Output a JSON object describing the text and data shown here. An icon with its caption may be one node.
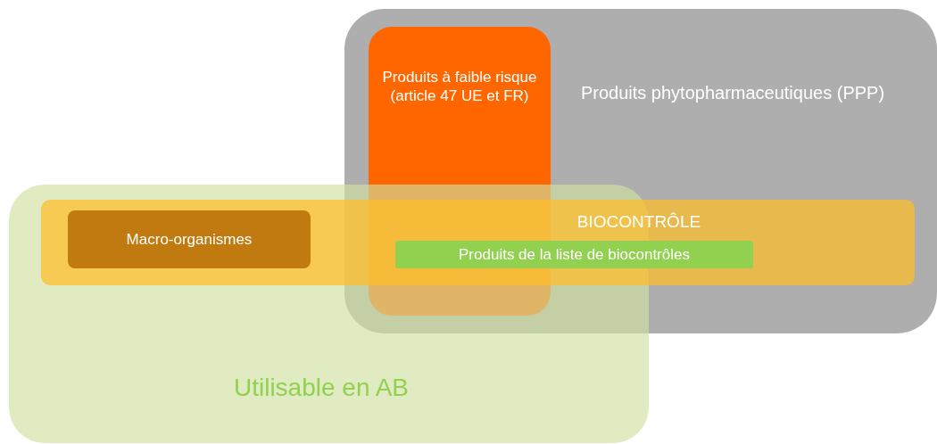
{
  "diagram": {
    "nodes": [
      {
        "text": [
          "Produits phytopharmaceutiques (PPP)"
        ]
      },
      {
        "text": [
          "Produits à faible risque (article 47 UE et FR)"
        ],
        "in": 0
      },
      {
        "text": [
          "Utilisable en AB"
        ]
      },
      {
        "text": [
          "BIOCONTRÔLE"
        ]
      },
      {
        "text": [
          "Macro-organismes"
        ]
      },
      {
        "text": [
          "Produits de la liste de biocontrôles"
        ]
      }
    ]
  }
}
